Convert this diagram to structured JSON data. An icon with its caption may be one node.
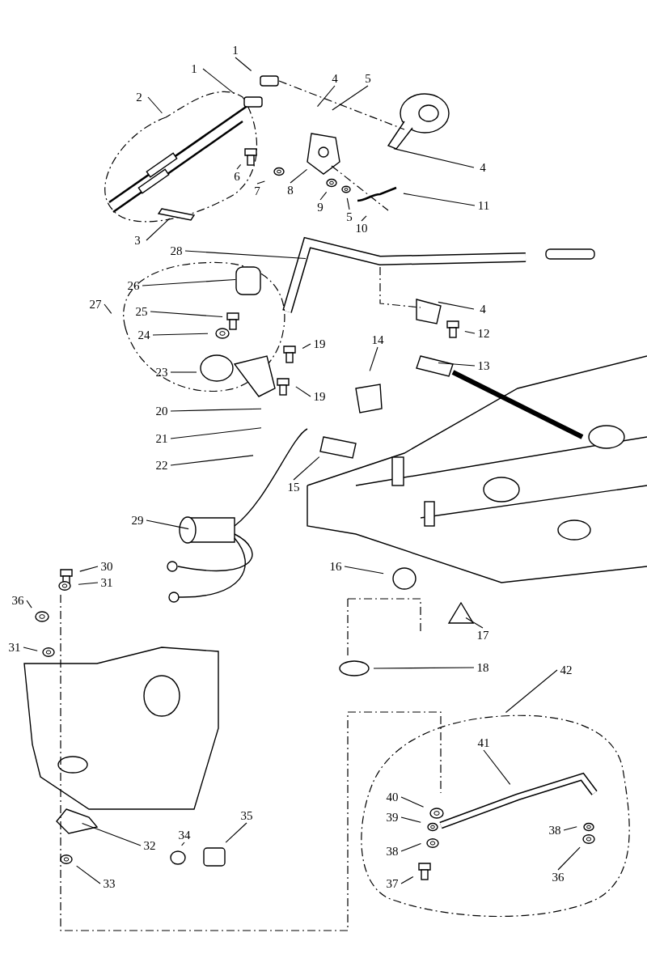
{
  "diagram": {
    "nodes": [
      {
        "text": [
          "1"
        ]
      },
      {
        "text": [
          "1"
        ]
      },
      {
        "text": [
          "4"
        ]
      },
      {
        "text": [
          "5"
        ]
      },
      {
        "text": [
          "2"
        ]
      },
      {
        "text": [
          "4"
        ]
      },
      {
        "text": [
          "6"
        ]
      },
      {
        "text": [
          "7"
        ]
      },
      {
        "text": [
          "8"
        ]
      },
      {
        "text": [
          "9"
        ]
      },
      {
        "text": [
          "11"
        ]
      },
      {
        "text": [
          "5"
        ]
      },
      {
        "text": [
          "10"
        ]
      },
      {
        "text": [
          "3"
        ]
      },
      {
        "text": [
          "28"
        ]
      },
      {
        "text": [
          "26"
        ]
      },
      {
        "text": [
          "27"
        ]
      },
      {
        "text": [
          "4"
        ]
      },
      {
        "text": [
          "25"
        ]
      },
      {
        "text": [
          "24"
        ]
      },
      {
        "text": [
          "12"
        ]
      },
      {
        "text": [
          "14"
        ]
      },
      {
        "text": [
          "19"
        ]
      },
      {
        "text": [
          "13"
        ]
      },
      {
        "text": [
          "23"
        ]
      },
      {
        "text": [
          "19"
        ]
      },
      {
        "text": [
          "20"
        ]
      },
      {
        "text": [
          "21"
        ]
      },
      {
        "text": [
          "22"
        ]
      },
      {
        "text": [
          "15"
        ]
      },
      {
        "text": [
          "29"
        ]
      },
      {
        "text": [
          "30"
        ]
      },
      {
        "text": [
          "16"
        ]
      },
      {
        "text": [
          "31"
        ]
      },
      {
        "text": [
          "36"
        ]
      },
      {
        "text": [
          "17"
        ]
      },
      {
        "text": [
          "31"
        ]
      },
      {
        "text": [
          "18"
        ]
      },
      {
        "text": [
          "42"
        ]
      },
      {
        "text": [
          "41"
        ]
      },
      {
        "text": [
          "40"
        ]
      },
      {
        "text": [
          "39"
        ]
      },
      {
        "text": [
          "35"
        ]
      },
      {
        "text": [
          "38"
        ]
      },
      {
        "text": [
          "34"
        ]
      },
      {
        "text": [
          "32"
        ]
      },
      {
        "text": [
          "38"
        ]
      },
      {
        "text": [
          "36"
        ]
      },
      {
        "text": [
          "37"
        ]
      },
      {
        "text": [
          "33"
        ]
      }
    ],
    "edges": [
      {
        "from": 0,
        "to": null,
        "arrow": "none"
      },
      {
        "from": 1,
        "to": null,
        "arrow": "none"
      },
      {
        "from": 2,
        "to": null,
        "arrow": "none"
      },
      {
        "from": 3,
        "to": null,
        "arrow": "none"
      },
      {
        "from": 4,
        "to": null,
        "arrow": "none"
      },
      {
        "from": 5,
        "to": null,
        "arrow": "none"
      },
      {
        "from": 6,
        "to": null,
        "arrow": "none"
      },
      {
        "from": 7,
        "to": null,
        "arrow": "none"
      },
      {
        "from": 8,
        "to": null,
        "arrow": "none"
      },
      {
        "from": 9,
        "to": null,
        "arrow": "none"
      },
      {
        "from": 10,
        "to": null,
        "arrow": "none"
      },
      {
        "from": 11,
        "to": null,
        "arrow": "none"
      },
      {
        "from": 12,
        "to": null,
        "arrow": "none"
      },
      {
        "from": 13,
        "to": null,
        "arrow": "none"
      },
      {
        "from": 14,
        "to": null,
        "arrow": "none"
      },
      {
        "from": 15,
        "to": null,
        "arrow": "none"
      },
      {
        "from": 16,
        "to": null,
        "arrow": "none"
      },
      {
        "from": 17,
        "to": null,
        "arrow": "none"
      },
      {
        "from": 18,
        "to": null,
        "arrow": "none"
      },
      {
        "from": 19,
        "to": null,
        "arrow": "none"
      },
      {
        "from": 20,
        "to": null,
        "arrow": "none"
      },
      {
        "from": 21,
        "to": null,
        "arrow": "none"
      },
      {
        "from": 22,
        "to": null,
        "arrow": "none"
      },
      {
        "from": 23,
        "to": null,
        "arrow": "none"
      },
      {
        "from": 24,
        "to": null,
        "arrow": "none"
      },
      {
        "from": 25,
        "to": null,
        "arrow": "none"
      },
      {
        "from": 26,
        "to": null,
        "arrow": "none"
      },
      {
        "from": 27,
        "to": null,
        "arrow": "none"
      },
      {
        "from": 28,
        "to": null,
        "arrow": "none"
      },
      {
        "from": 29,
        "to": null,
        "arrow": "none"
      },
      {
        "from": 30,
        "to": null,
        "arrow": "none"
      },
      {
        "from": 31,
        "to": null,
        "arrow": "none"
      },
      {
        "from": 32,
        "to": null,
        "arrow": "none"
      },
      {
        "from": 33,
        "to": null,
        "arrow": "none"
      },
      {
        "from": 34,
        "to": null,
        "arrow": "none"
      },
      {
        "from": 35,
        "to": null,
        "arrow": "none"
      },
      {
        "from": 36,
        "to": null,
        "arrow": "none"
      },
      {
        "from": 37,
        "to": null,
        "arrow": "none"
      },
      {
        "from": 38,
        "to": null,
        "arrow": "none"
      },
      {
        "from": 39,
        "to": null,
        "arrow": "none"
      },
      {
        "from": 40,
        "to": null,
        "arrow": "none"
      },
      {
        "from": 41,
        "to": null,
        "arrow": "none"
      },
      {
        "from": 42,
        "to": null,
        "arrow": "none"
      },
      {
        "from": 43,
        "to": null,
        "arrow": "none"
      },
      {
        "from": 44,
        "to": null,
        "arrow": "none"
      },
      {
        "from": 45,
        "to": null,
        "arrow": "none"
      },
      {
        "from": 46,
        "to": null,
        "arrow": "none"
      },
      {
        "from": 47,
        "to": null,
        "arrow": "none"
      },
      {
        "from": 48,
        "to": null,
        "arrow": "none"
      },
      {
        "from": 49,
        "to": null,
        "arrow": "none"
      }
    ]
  }
}
